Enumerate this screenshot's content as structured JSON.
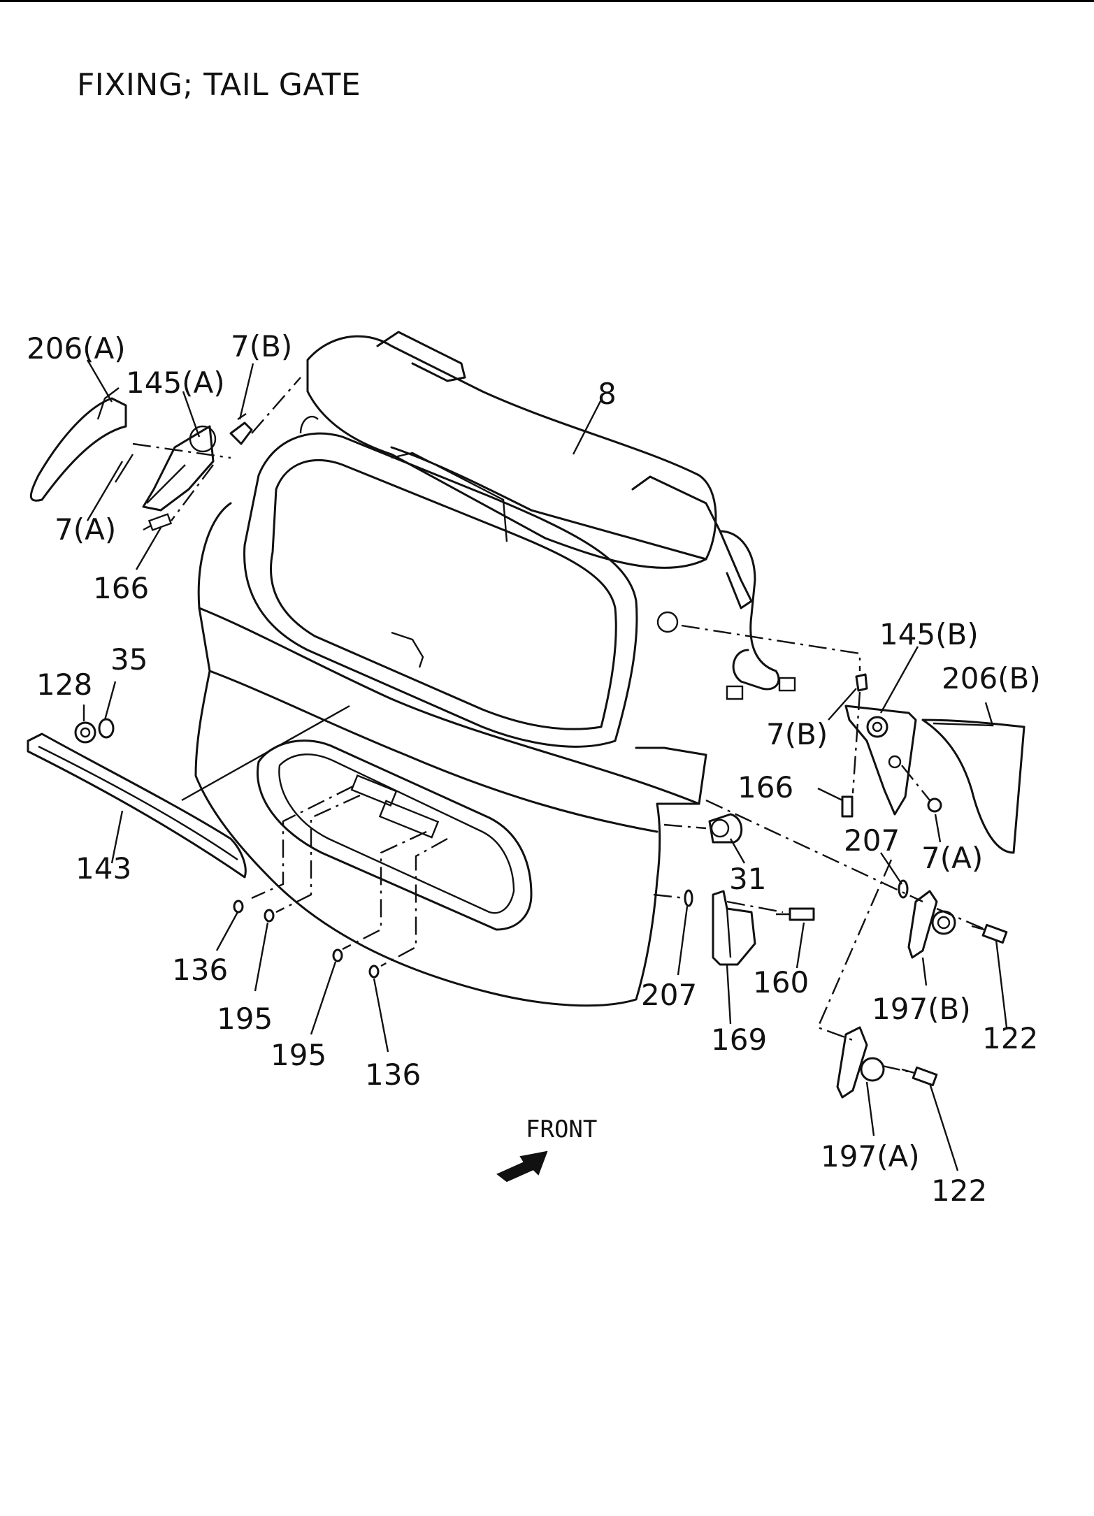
{
  "title": "FIXING; TAIL GATE",
  "front_label": "FRONT",
  "callouts": [
    {
      "id": "c-206a",
      "text": "206(A)"
    },
    {
      "id": "c-145a",
      "text": "145(A)"
    },
    {
      "id": "c-7b-top",
      "text": "7(B)"
    },
    {
      "id": "c-8",
      "text": "8"
    },
    {
      "id": "c-7a-left",
      "text": "7(A)"
    },
    {
      "id": "c-166-left",
      "text": "166"
    },
    {
      "id": "c-35",
      "text": "35"
    },
    {
      "id": "c-128",
      "text": "128"
    },
    {
      "id": "c-143",
      "text": "143"
    },
    {
      "id": "c-145b",
      "text": "145(B)"
    },
    {
      "id": "c-206b",
      "text": "206(B)"
    },
    {
      "id": "c-7b-right",
      "text": "7(B)"
    },
    {
      "id": "c-166-right",
      "text": "166"
    },
    {
      "id": "c-207-right",
      "text": "207"
    },
    {
      "id": "c-7a-right",
      "text": "7(A)"
    },
    {
      "id": "c-31",
      "text": "31"
    },
    {
      "id": "c-160",
      "text": "160"
    },
    {
      "id": "c-207-mid",
      "text": "207"
    },
    {
      "id": "c-169",
      "text": "169"
    },
    {
      "id": "c-197b",
      "text": "197(B)"
    },
    {
      "id": "c-122-upper",
      "text": "122"
    },
    {
      "id": "c-136-left",
      "text": "136"
    },
    {
      "id": "c-195-left",
      "text": "195"
    },
    {
      "id": "c-195-mid",
      "text": "195"
    },
    {
      "id": "c-136-mid",
      "text": "136"
    },
    {
      "id": "c-197a",
      "text": "197(A)"
    },
    {
      "id": "c-122-lower",
      "text": "122"
    }
  ]
}
